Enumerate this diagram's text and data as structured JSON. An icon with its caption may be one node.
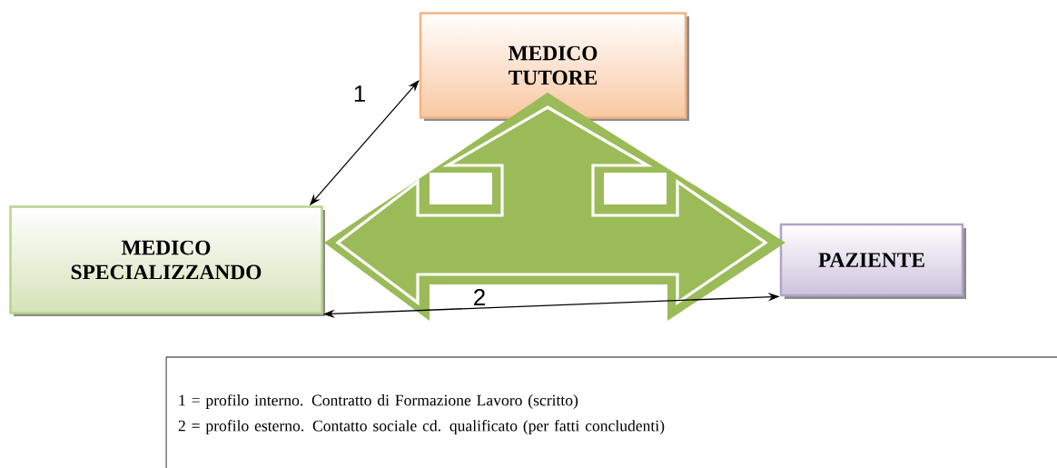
{
  "diagram": {
    "nodes": [
      {
        "text": [
          "MEDICO TUTORE"
        ]
      },
      {
        "text": [
          "MEDICO SPECIALIZZANDO"
        ]
      },
      {
        "text": [
          "PAZIENTE"
        ]
      },
      {
        "text": [
          "1 = profilo interno. Contratto di Formazione Lavoro (scritto)",
          "2 = profilo esterno. Contatto sociale cd. qualificato (per fatti concludenti)"
        ]
      }
    ],
    "edges": [
      {
        "from": 1,
        "to": 0,
        "arrow": "both",
        "label": "1"
      },
      {
        "from": 1,
        "to": 2,
        "arrow": "both",
        "label": "2"
      },
      {
        "from": 1,
        "to": 2,
        "arrow": "both",
        "style": "thick",
        "color": "#9bbb59"
      },
      {
        "from": 1,
        "to": 0,
        "arrow": "both",
        "style": "thick",
        "color": "#9bbb59"
      }
    ]
  }
}
